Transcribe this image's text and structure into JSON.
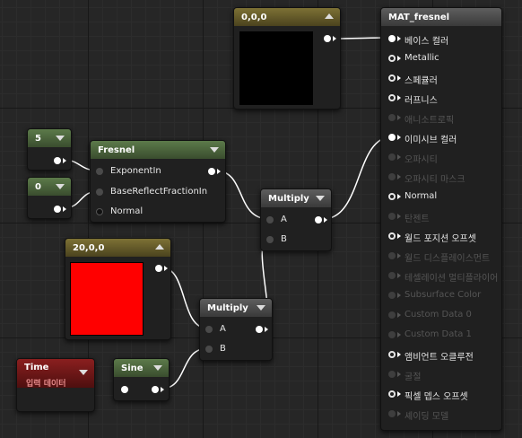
{
  "colors": {
    "background": "#262626",
    "wire": "#ffffff",
    "color_node_preview": "#000000",
    "red_preview": "#ff0000"
  },
  "nodes": {
    "const5": {
      "value": "5"
    },
    "const0": {
      "value": "0"
    },
    "fresnel": {
      "title": "Fresnel",
      "inputs": [
        "ExponentIn",
        "BaseReflectFractionIn",
        "Normal"
      ]
    },
    "color000": {
      "title": "0,0,0"
    },
    "color2000": {
      "title": "20,0,0"
    },
    "multiply1": {
      "title": "Multiply",
      "inputs": [
        "A",
        "B"
      ]
    },
    "multiply2": {
      "title": "Multiply",
      "inputs": [
        "A",
        "B"
      ]
    },
    "time": {
      "title": "Time",
      "subtitle": "입력 데이터"
    },
    "sine": {
      "title": "Sine"
    },
    "material": {
      "title": "MAT_fresnel",
      "pins": [
        {
          "label": "베이스 컬러",
          "state": "connected"
        },
        {
          "label": "Metallic",
          "state": "open"
        },
        {
          "label": "스페큘러",
          "state": "open"
        },
        {
          "label": "러프니스",
          "state": "open"
        },
        {
          "label": "애니소트로픽",
          "state": "disabled"
        },
        {
          "label": "이미시브 컬러",
          "state": "connected"
        },
        {
          "label": "오파시티",
          "state": "disabled"
        },
        {
          "label": "오파시티 마스크",
          "state": "disabled"
        },
        {
          "label": "Normal",
          "state": "open"
        },
        {
          "label": "탄젠트",
          "state": "disabled"
        },
        {
          "label": "월드 포지션 오프셋",
          "state": "open"
        },
        {
          "label": "월드 디스플레이스먼트",
          "state": "disabled"
        },
        {
          "label": "테셀레이션 멀티플라이어",
          "state": "disabled"
        },
        {
          "label": "Subsurface Color",
          "state": "disabled"
        },
        {
          "label": "Custom Data 0",
          "state": "disabled"
        },
        {
          "label": "Custom Data 1",
          "state": "disabled"
        },
        {
          "label": "앰비언트 오클루전",
          "state": "open"
        },
        {
          "label": "굴절",
          "state": "disabled"
        },
        {
          "label": "픽셀 뎁스 오프셋",
          "state": "open"
        },
        {
          "label": "셰이딩 모델",
          "state": "disabled"
        }
      ]
    }
  }
}
